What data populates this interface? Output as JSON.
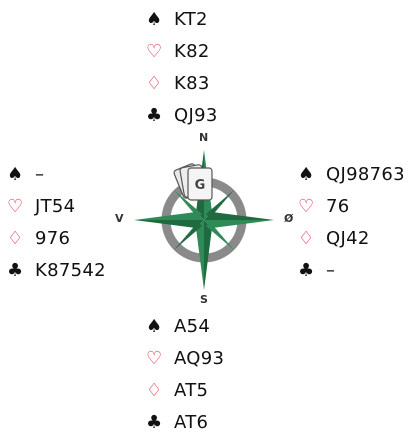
{
  "north": {
    "spades": "KT2",
    "hearts": "K82",
    "diamonds": "K83",
    "clubs": "QJ93"
  },
  "west": {
    "spades": "–",
    "hearts": "JT54",
    "diamonds": "976",
    "clubs": "K87542"
  },
  "east": {
    "spades": "QJ98763",
    "hearts": "76",
    "diamonds": "QJ42",
    "clubs": "–"
  },
  "south": {
    "spades": "A54",
    "hearts": "AQ93",
    "diamonds": "AT5",
    "clubs": "AT6"
  },
  "compass": {
    "n": "N",
    "s": "S",
    "w": "V",
    "e": "Ø",
    "card_letter": "G"
  },
  "suits": {
    "spade": "♠",
    "heart": "♡",
    "diamond": "♢",
    "club": "♣"
  },
  "colors": {
    "red": "#e0263a",
    "black": "#111111",
    "compass_green": "#2e8b57",
    "compass_dark_green": "#1f6b3f",
    "ring_gray": "#8a8a8a"
  }
}
